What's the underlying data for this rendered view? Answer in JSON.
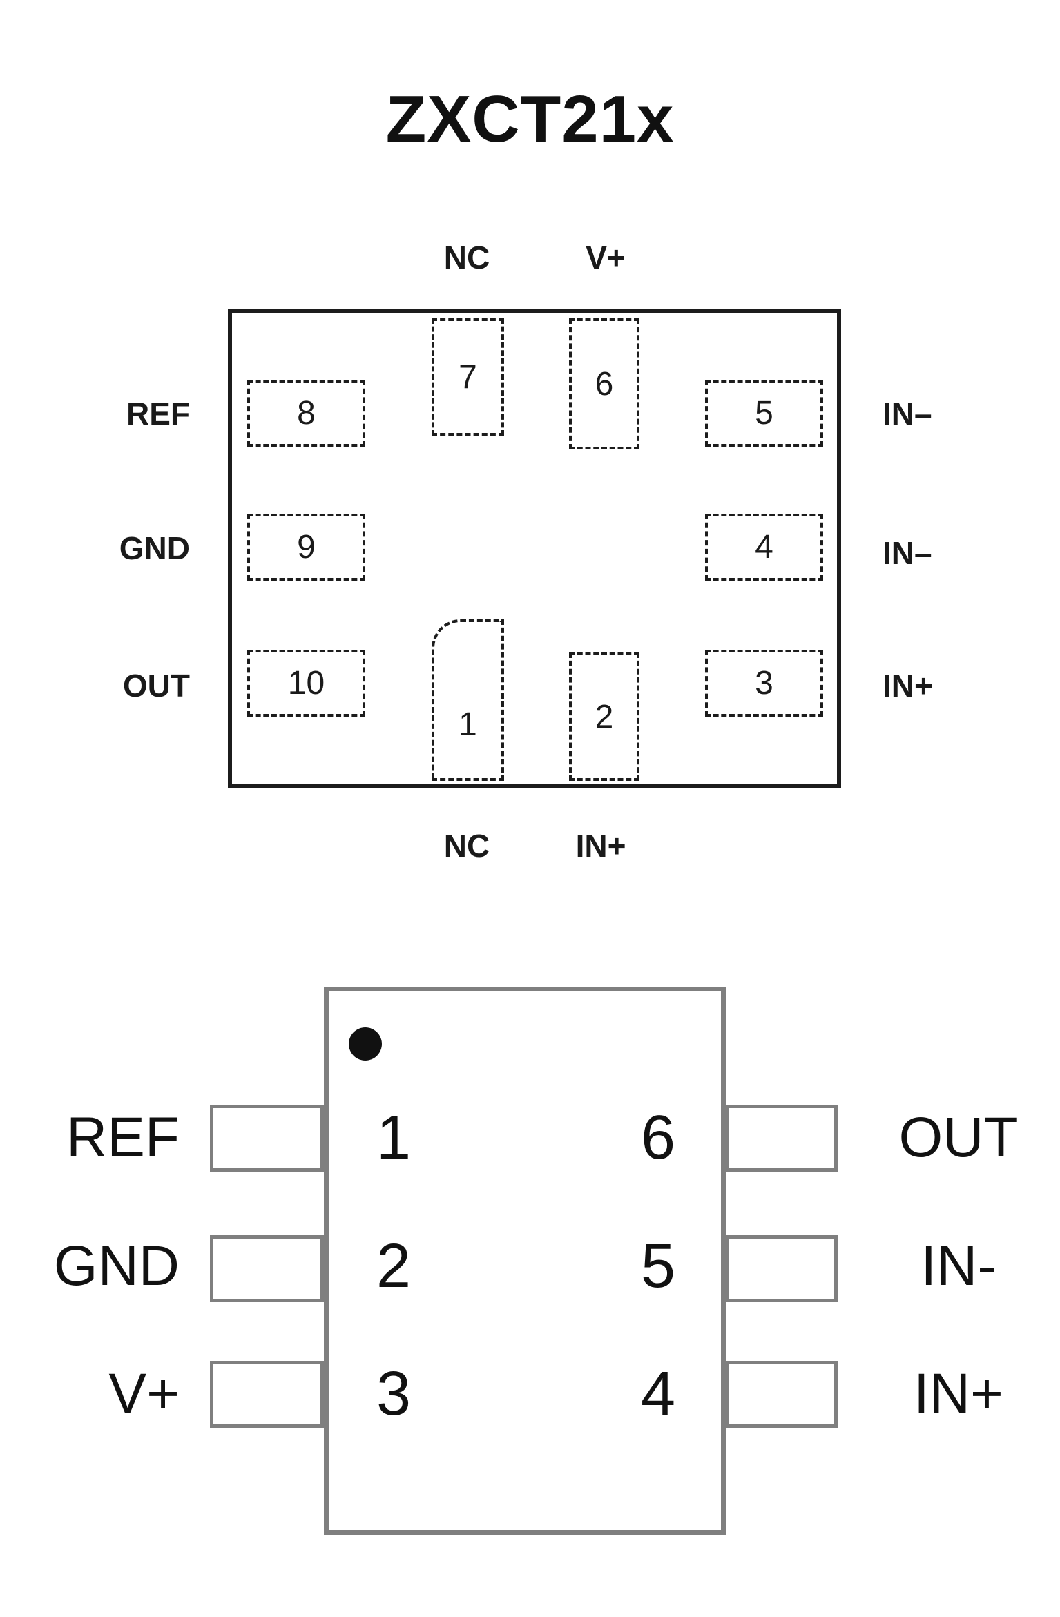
{
  "title": "ZXCT21x",
  "dfn": {
    "top_labels": {
      "nc": "NC",
      "vplus": "V+"
    },
    "bottom_labels": {
      "nc": "NC",
      "inplus": "IN+"
    },
    "left": [
      {
        "label": "REF",
        "pin": "8"
      },
      {
        "label": "GND",
        "pin": "9"
      },
      {
        "label": "OUT",
        "pin": "10"
      }
    ],
    "right": [
      {
        "label": "IN–",
        "pin": "5"
      },
      {
        "label": "IN–",
        "pin": "4"
      },
      {
        "label": "IN+",
        "pin": "3"
      }
    ],
    "top_pins": [
      {
        "pin": "7"
      },
      {
        "pin": "6"
      }
    ],
    "bottom_pins": [
      {
        "pin": "1"
      },
      {
        "pin": "2"
      }
    ]
  },
  "sot": {
    "left": [
      {
        "label": "REF",
        "pin": "1"
      },
      {
        "label": "GND",
        "pin": "2"
      },
      {
        "label": "V+",
        "pin": "3"
      }
    ],
    "right": [
      {
        "label": "OUT",
        "pin": "6"
      },
      {
        "label": "IN-",
        "pin": "5"
      },
      {
        "label": "IN+",
        "pin": "4"
      }
    ]
  },
  "colors": {
    "dfn_line": "#1c1c1c",
    "sot_line": "#7f7f7f",
    "text": "#111111"
  }
}
